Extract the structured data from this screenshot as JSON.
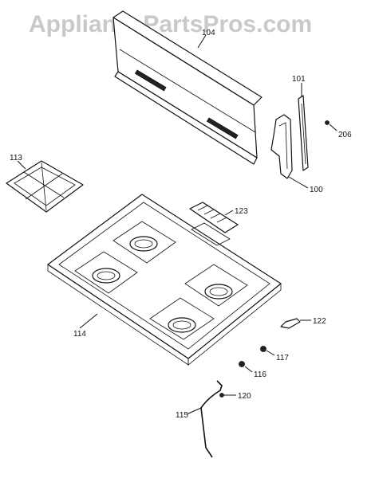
{
  "watermark": "AppliancePartsPros.com",
  "labels": {
    "p104": "104",
    "p101": "101",
    "p206": "206",
    "p100": "100",
    "p113": "113",
    "p123": "123",
    "p114": "114",
    "p122": "122",
    "p117": "117",
    "p116": "116",
    "p120": "120",
    "p115": "115"
  }
}
